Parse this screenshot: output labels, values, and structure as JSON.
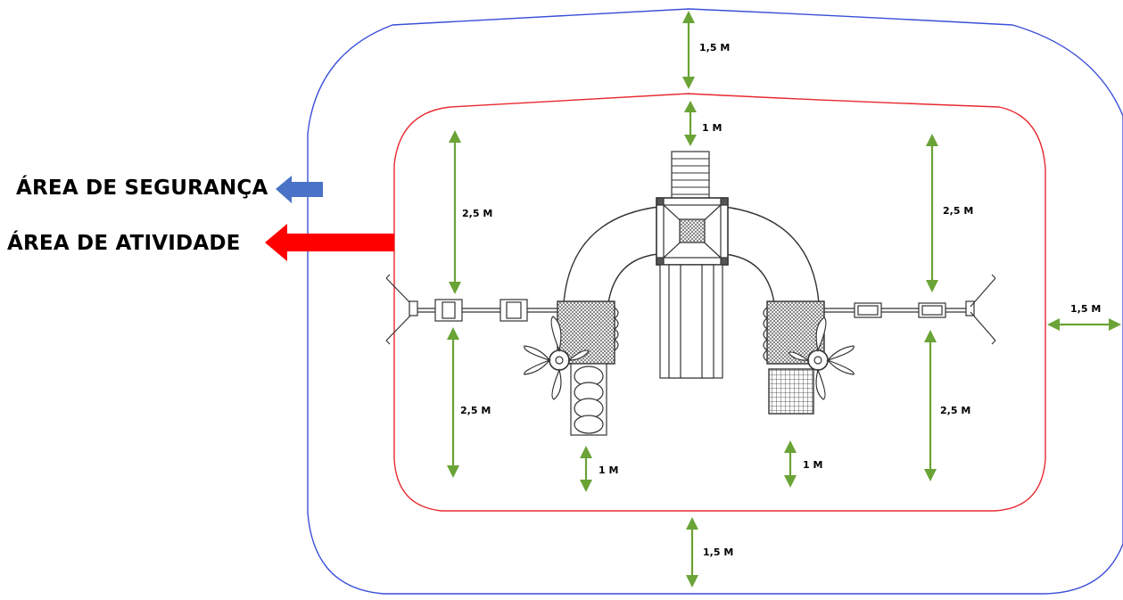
{
  "legend": {
    "safety_area": "ÁREA DE SEGURANÇA",
    "activity_area": "ÁREA DE ATIVIDADE",
    "safety_color": "#3a4fd8",
    "activity_color": "#e8282e"
  },
  "dimensions": {
    "top_outer": "1,5 M",
    "top_inner": "1 M",
    "upper_left": "2,5 M",
    "upper_right": "2,5 M",
    "lower_left": "2,5 M",
    "lower_right": "2,5 M",
    "bottom_left_gap": "1 M",
    "bottom_right_gap": "1 M",
    "bottom_outer": "1,5 M",
    "right_outer": "1,5 M"
  },
  "arrow_color": "#6aa336",
  "structure_label": "playground-equipment"
}
